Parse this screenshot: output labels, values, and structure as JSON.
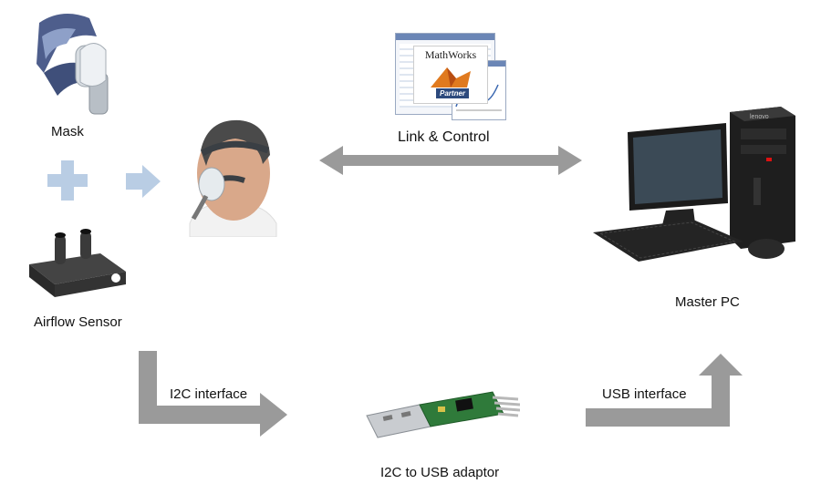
{
  "labels": {
    "mask": "Mask",
    "airflow_sensor": "Airflow Sensor",
    "link_control": "Link & Control",
    "master_pc": "Master PC",
    "i2c_interface": "I2C interface",
    "usb_interface": "USB interface",
    "adaptor": "I2C to USB adaptor"
  },
  "software_logo": {
    "brand": "MathWorks",
    "badge": "Partner"
  },
  "pc_brand": "lenovo",
  "colors": {
    "arrow_gray": "#9a9a9a",
    "plus_blue": "#b9cde4",
    "pcb_green": "#2f7a3a"
  }
}
